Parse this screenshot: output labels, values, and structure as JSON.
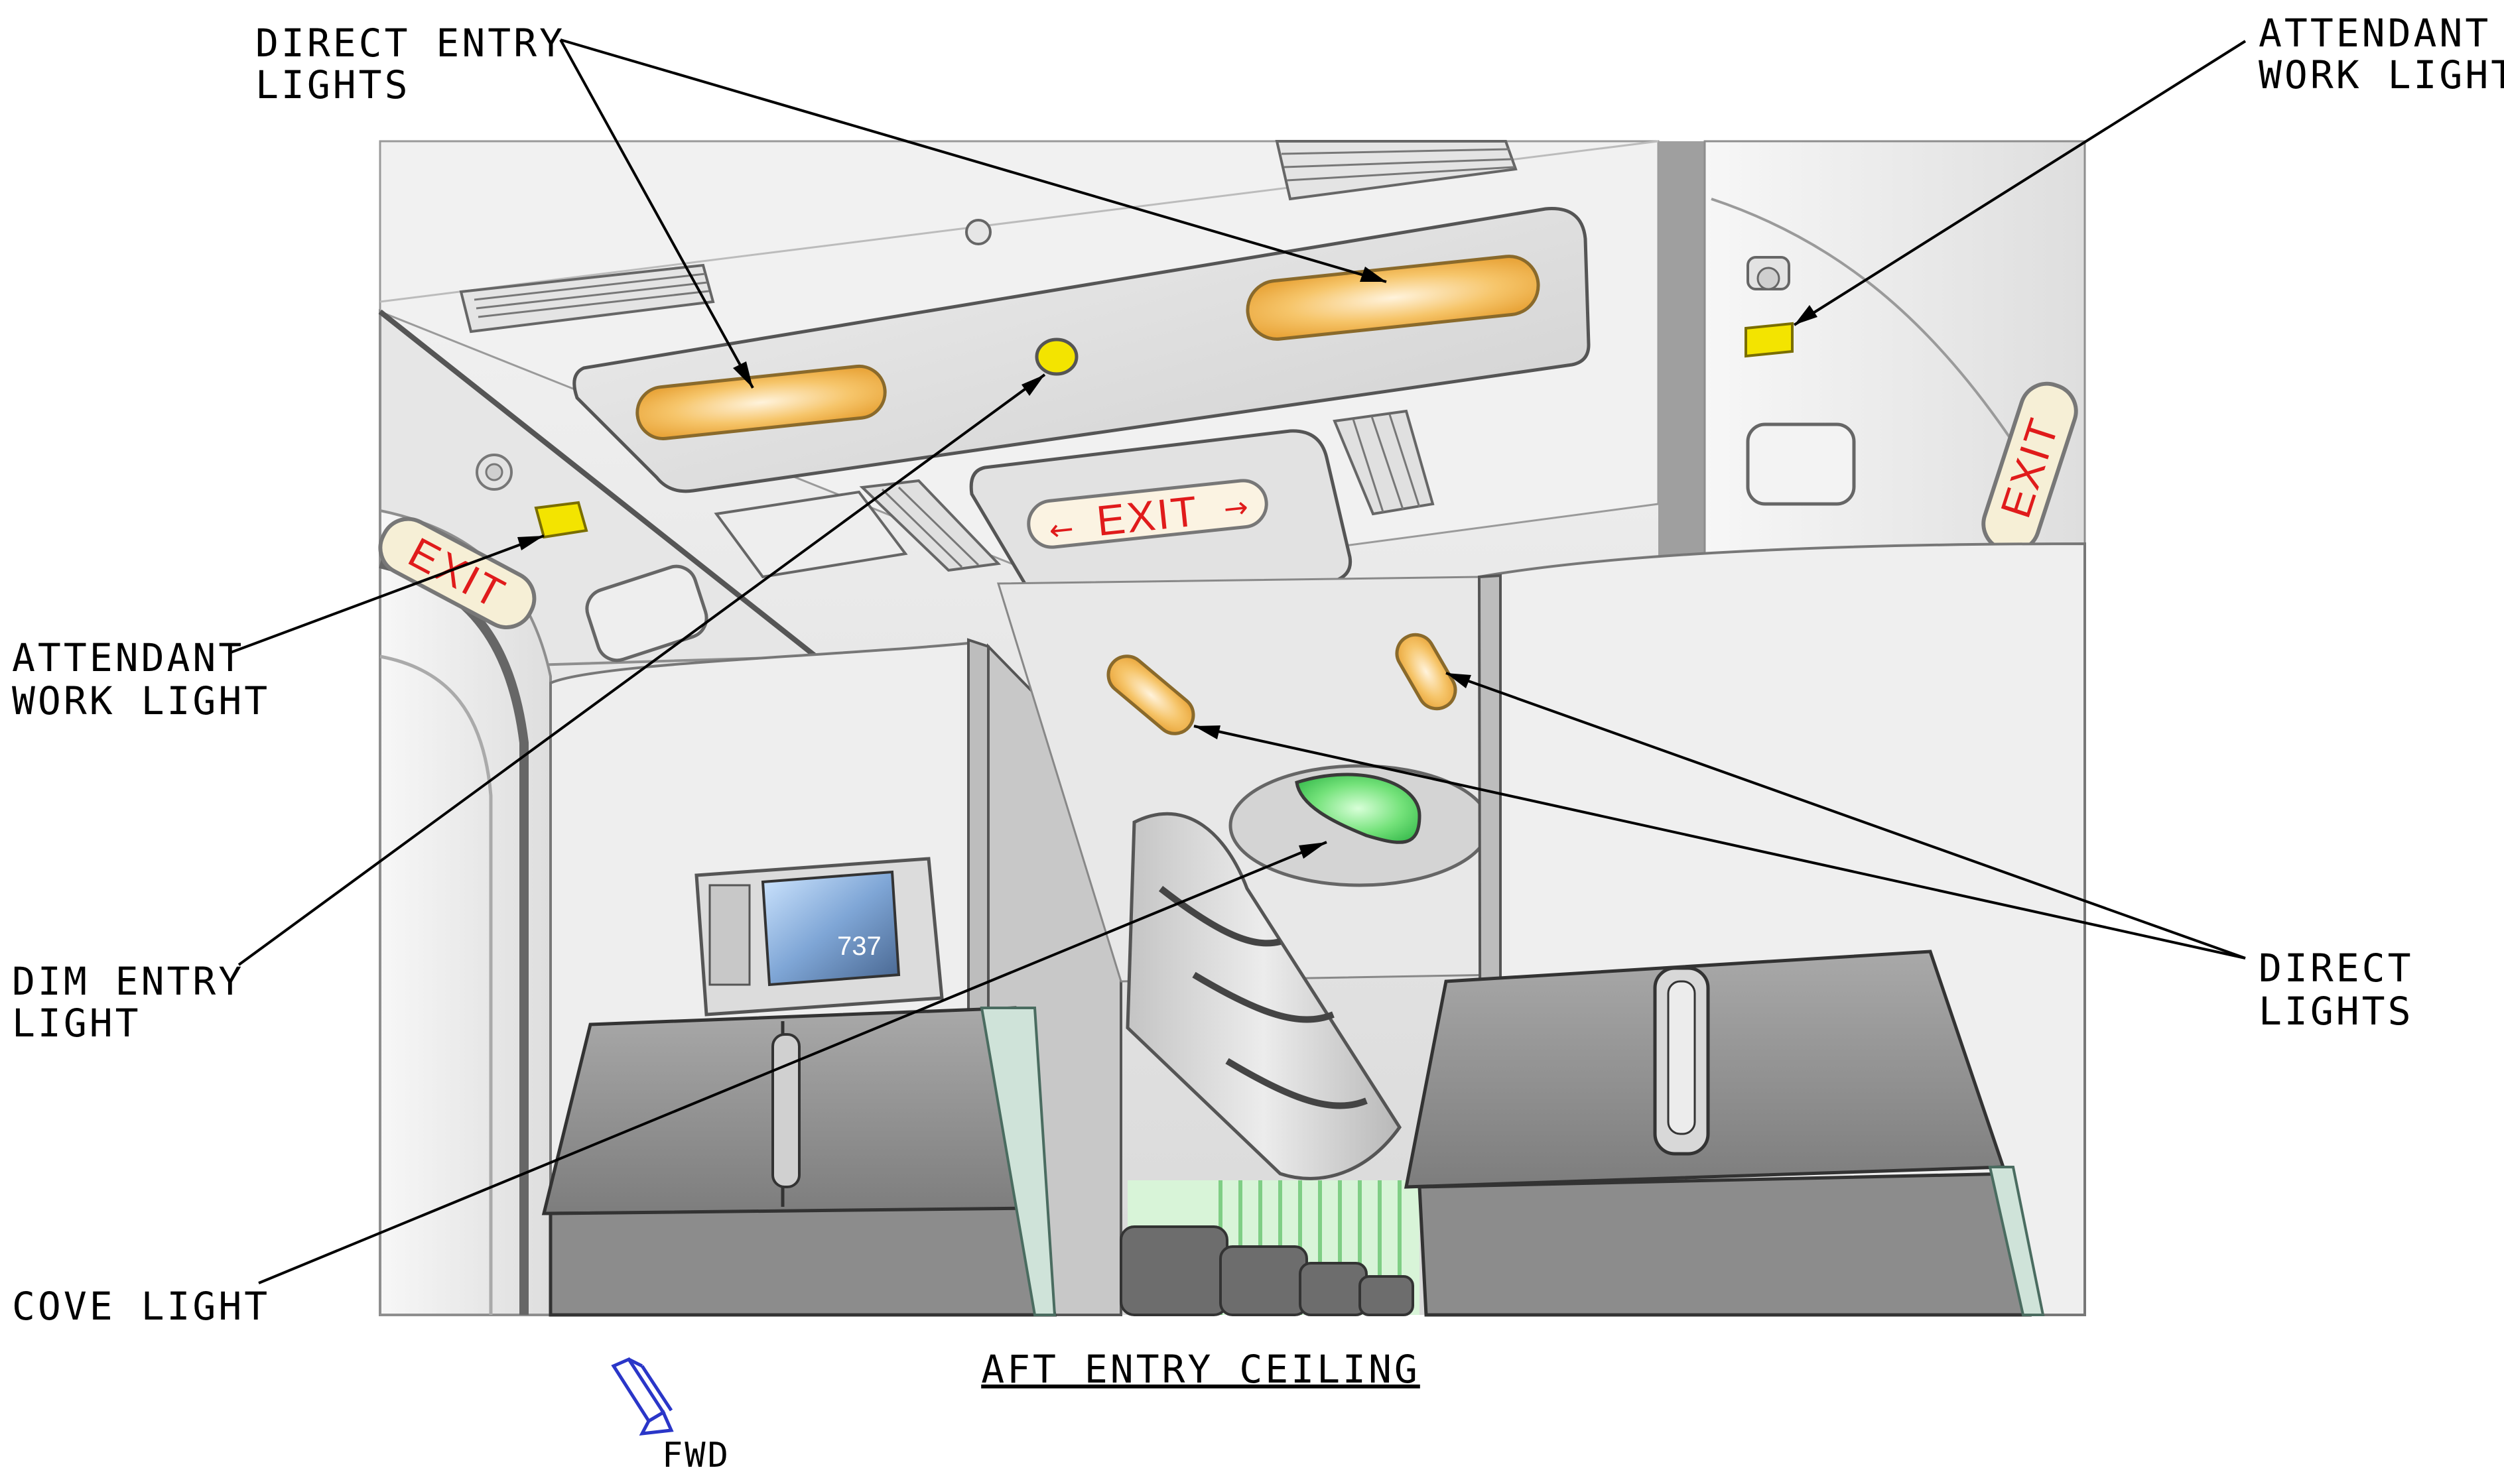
{
  "figure": {
    "caption": "AFT ENTRY CEILING",
    "orientation_label": "FWD"
  },
  "callouts": {
    "direct_entry_lights": [
      "DIRECT ENTRY",
      "LIGHTS"
    ],
    "attendant_work_light_right": [
      "ATTENDANT",
      "WORK LIGHT"
    ],
    "attendant_work_light_left": [
      "ATTENDANT",
      "WORK LIGHT"
    ],
    "dim_entry_light": [
      "DIM ENTRY",
      "LIGHT"
    ],
    "cove_light": [
      "COVE LIGHT"
    ],
    "direct_lights": [
      "DIRECT",
      "LIGHTS"
    ]
  },
  "signs": {
    "exit_center": "EXIT",
    "exit_left": "EXIT",
    "exit_right": "EXIT",
    "arrow_left": "←",
    "arrow_right": "→"
  },
  "display": {
    "screen_text": "737"
  },
  "colors": {
    "direct_light": "#f6b849",
    "work_light": "#f3e400",
    "dim_entry_light": "#f3e400",
    "cove_light": "#5ee36f",
    "exit_red": "#e01b1b",
    "fwd_arrow": "#2a36c8"
  }
}
